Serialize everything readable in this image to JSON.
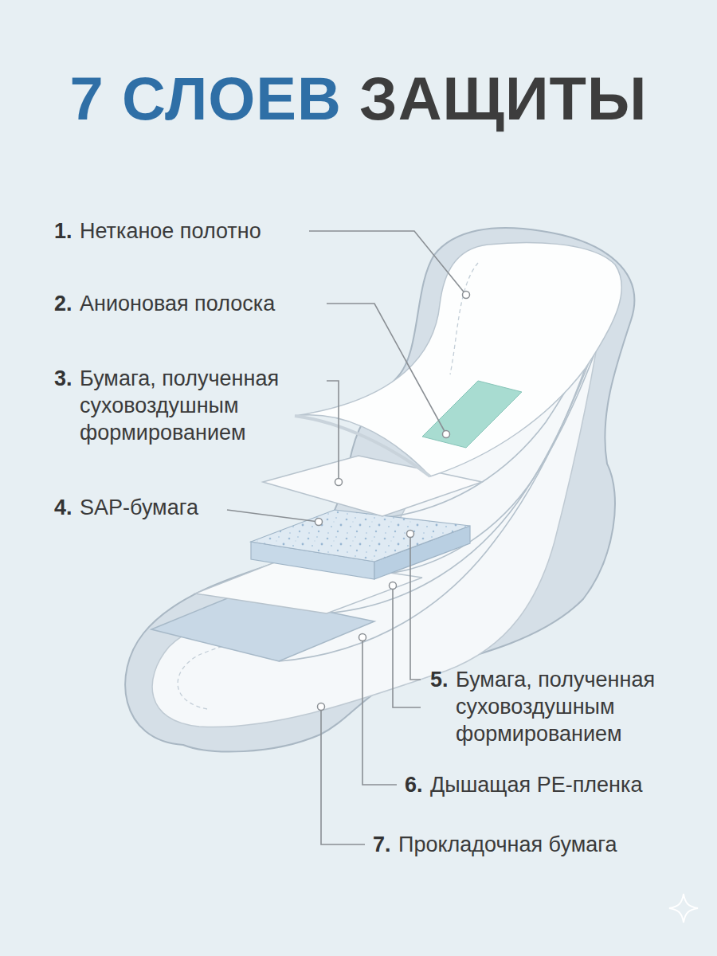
{
  "diagram": {
    "title": "7 СЛОЕВ ЗАЩИТЫ",
    "labels": [
      "1.",
      "Нетканое полотно",
      "2.",
      "Анионовая полоска",
      "3.",
      "Бумага, полученная суховоздушным формированием",
      "4.",
      "SAP-бумага",
      "5.",
      "Бумага, полученная суховоздушным формированием",
      "6.",
      "Дышащая PE-пленка",
      "7.",
      "Прокладочная бумага"
    ]
  }
}
